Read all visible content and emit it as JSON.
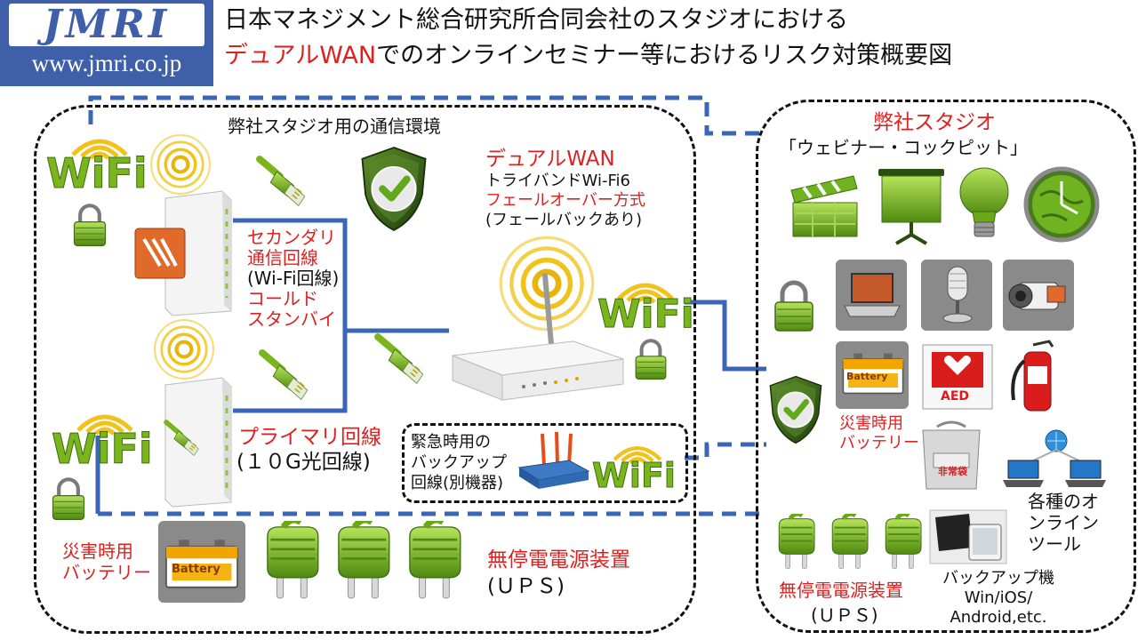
{
  "logo": {
    "name": "JMRI",
    "url": "www.jmri.co.jp"
  },
  "title": {
    "line1": "日本マネジメント総合研究所合同会社のスタジオにおける",
    "line2_red": "デュアルWAN",
    "line2_rest": "でのオンラインセミナー等におけるリスク対策概要図"
  },
  "left_region": {
    "label": "弊社スタジオ用の通信環境",
    "secondary": [
      "セカンダリ",
      "通信回線",
      "(Wi-Fi回線)",
      "コールド",
      "スタンバイ"
    ],
    "primary": [
      "プライマリ回線",
      "(１０G光回線)"
    ],
    "dual_wan": {
      "title": "デュアルWAN",
      "band": "トライバンドWi-Fi6",
      "failover": "フェールオーバー方式",
      "failback": "(フェールバックあり)"
    },
    "emergency": [
      "緊急時用の",
      "バックアップ",
      "回線(別機器)"
    ],
    "battery_label": [
      "災害時用",
      "バッテリー"
    ],
    "battery_text": "Battery",
    "ups": [
      "無停電電源装置",
      "(ＵＰＳ)"
    ],
    "wifi_text": "WiFi"
  },
  "right_region": {
    "title": "弊社スタジオ",
    "subtitle": "「ウェビナー・コックピット」",
    "battery_label": [
      "災害時用",
      "バッテリー"
    ],
    "battery_text": "Battery",
    "aed_text": "AED",
    "emergency_bag": "非常袋",
    "online_tools": [
      "各種のオ",
      "ンライン",
      "ツール"
    ],
    "backup": [
      "バックアップ機",
      "Win/iOS/",
      "Android,etc."
    ],
    "ups": [
      "無停電電源装置",
      "(ＵＰＳ)"
    ]
  },
  "colors": {
    "accent_blue": "#3f5fa8",
    "line_blue": "#3a66b7",
    "red": "#e02020",
    "green": "#7ab51d"
  },
  "icons": [
    "wifi-icon",
    "lock-icon",
    "shield-check-icon",
    "router-icon",
    "ethernet-cable-icon",
    "battery-icon",
    "power-plug-icon",
    "clapperboard-icon",
    "projector-screen-icon",
    "lightbulb-icon",
    "globe-clock-icon",
    "laptop-icon",
    "microphone-icon",
    "video-camera-icon",
    "aed-icon",
    "fire-extinguisher-icon",
    "emergency-bag-icon",
    "network-laptops-icon",
    "tablet-devices-icon"
  ]
}
